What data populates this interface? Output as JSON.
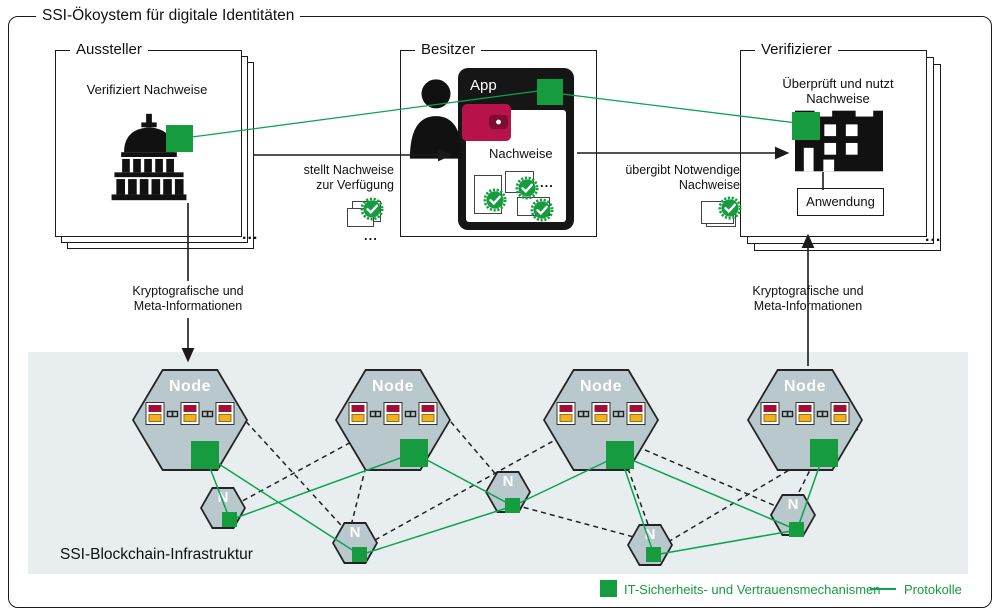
{
  "title": "SSI-Ökoystem für digitale Identitäten",
  "issuer": {
    "label": "Aussteller",
    "caption": "Verifiziert Nachweise",
    "ellipsis": "..."
  },
  "holder": {
    "label": "Besitzer",
    "app": "App",
    "credentials": "Nachweise",
    "ellipsis": "..."
  },
  "verifier": {
    "label": "Verifizierer",
    "caption_line1": "Überprüft und nutzt",
    "caption_line2": "Nachweise",
    "application": "Anwendung",
    "ellipsis": "..."
  },
  "flows": {
    "issue_line1": "stellt Nachweise",
    "issue_line2": "zur Verfügung",
    "present_line1": "übergibt Notwendige",
    "present_line2": "Nachweise",
    "crypto_line1": "Kryptografische und",
    "crypto_line2": "Meta-Informationen",
    "docs_ellipsis": "..."
  },
  "infrastructure": {
    "label": "SSI-Blockchain-Infrastruktur",
    "node": "Node",
    "n": "N"
  },
  "legend": {
    "security": "IT-Sicherheits- und Vertrauensmechanismen",
    "protocols": "Protokolle"
  },
  "colors": {
    "green": "#169c3e",
    "linegreen": "#0aa352",
    "crimson": "#a01035",
    "amber": "#f0b020",
    "hexfill": "#b9c8cc",
    "panel": "#e8edef"
  }
}
